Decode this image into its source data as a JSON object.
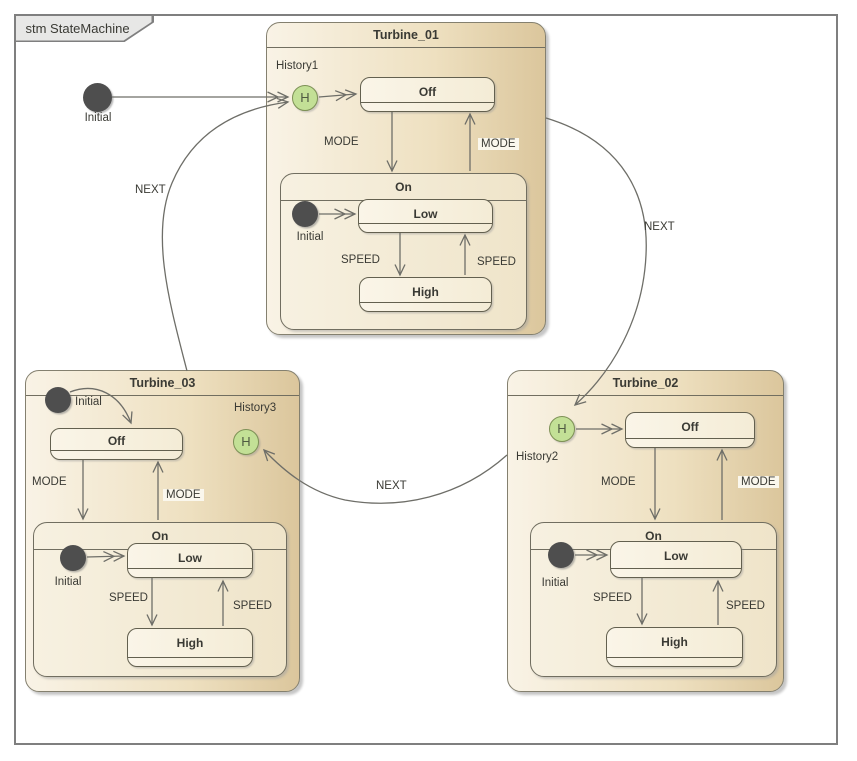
{
  "frame": {
    "tab_label": "stm StateMachine"
  },
  "labels": {
    "initial": "Initial",
    "next": "NEXT",
    "mode": "MODE",
    "speed": "SPEED",
    "history_symbol": "H"
  },
  "turbine_01": {
    "title": "Turbine_01",
    "history_label": "History1",
    "states": {
      "off": "Off",
      "on": "On",
      "low": "Low",
      "high": "High"
    }
  },
  "turbine_02": {
    "title": "Turbine_02",
    "history_label": "History2",
    "states": {
      "off": "Off",
      "on": "On",
      "low": "Low",
      "high": "High"
    }
  },
  "turbine_03": {
    "title": "Turbine_03",
    "history_label": "History3",
    "states": {
      "off": "Off",
      "on": "On",
      "low": "Low",
      "high": "High"
    }
  },
  "colors": {
    "container_fill_start": "#f9f3e6",
    "container_fill_end": "#dbc69c",
    "state_fill": "#f8f2e1",
    "history_fill": "#c3e096",
    "history_border": "#7d9055",
    "initial_node": "#4e4e4e",
    "line": "#6e6e68",
    "frame_border": "#7f7f7f",
    "text": "#3a3a34"
  }
}
